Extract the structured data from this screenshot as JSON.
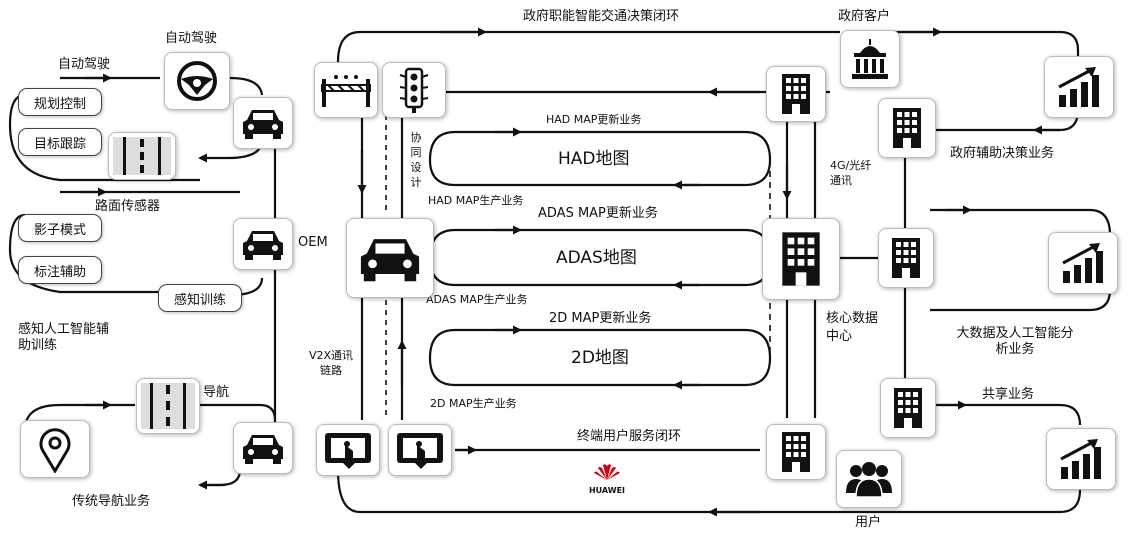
{
  "center": {
    "gov_loop": "政府职能智能交通决策闭环",
    "gov_client": "政府客户",
    "gov_aux": "政府辅助决策业务",
    "bigdata": "大数据及人工智能分析业务",
    "share": "共享业务",
    "user": "用户",
    "terminal_loop": "终端用户服务闭环",
    "huawei": "HUAWEI",
    "core_dc": "核心数据中心",
    "fiber": "4G/光纤通讯",
    "cooperate": "协同设计",
    "v2x": "V2X通讯链路",
    "oem": "OEM"
  },
  "maps": {
    "had_update": "HAD MAP更新业务",
    "had_map": "HAD地图",
    "had_produce": "HAD MAP生产业务",
    "adas_update": "ADAS MAP更新业务",
    "adas_map": "ADAS地图",
    "adas_produce": "ADAS MAP生产业务",
    "d2_update": "2D MAP更新业务",
    "d2_map": "2D地图",
    "d2_produce": "2D MAP生产业务"
  },
  "left": {
    "autopilot_top": "自动驾驶",
    "autopilot": "自动驾驶",
    "planning": "规划控制",
    "tracking": "目标跟踪",
    "road_sensor": "路面传感器",
    "shadow": "影子模式",
    "annotate": "标注辅助",
    "perception": "感知训练",
    "ai_train": "感知人工智能辅助训练",
    "navigation": "导航",
    "trad_nav": "传统导航业务"
  }
}
